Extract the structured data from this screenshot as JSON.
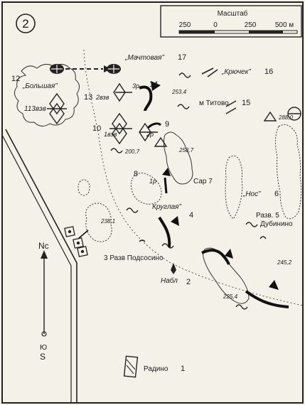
{
  "map_number": "2",
  "scale": {
    "title": "Масштаб",
    "ticks": [
      "250",
      "0",
      "250",
      "500 м"
    ]
  },
  "labels": {
    "mast": "„Мачтовая”",
    "n17": "17",
    "n12": "12",
    "bolshaya": "„Большая”",
    "n13": "13",
    "zvz2": "2взв",
    "zvz3": "3р",
    "n14": "14",
    "n253": "253,4",
    "kryuchek": "„Крючек”",
    "n16": "16",
    "titovo": "м Титово",
    "n15": "15",
    "n288": "288,0",
    "zvz11": "113взв",
    "n10": "10",
    "zvz1": "1взв",
    "n200": "200,7",
    "zvz2r": "2р",
    "n9": "9",
    "n258": "258,7",
    "sar7": "Сар 7",
    "n8": "8",
    "r1": "1р",
    "kruglaya": "Круглая”",
    "n4": "4",
    "nos": "„Нос”",
    "n6": "6",
    "raz5": "Разв. 5",
    "dubinino": "Дубинино",
    "n238": "238,1",
    "raz3": "3 Разв Подсосино",
    "nabl": "Набл",
    "n2": "2",
    "n225": "225,4",
    "n245": "245,2",
    "nc": "Nc",
    "s": "S",
    "yu": "Ю",
    "radino": "Радино",
    "n1": "1"
  }
}
